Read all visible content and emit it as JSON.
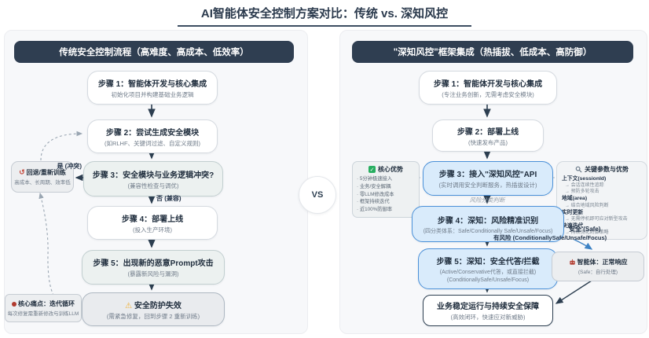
{
  "title": "AI智能体安全控制方案对比：传统 vs. 深知风控",
  "vs_label": "VS",
  "colors": {
    "header_bar": "#2f3e51",
    "panel_bg": "#f7f8fa",
    "blue_fill": "#d9ebfb",
    "blue_border": "#4a90d8",
    "green_check": "#27ae60",
    "warning": "#f0ad2d",
    "alert_red": "#b03a2e",
    "arrow": "#2c3e50"
  },
  "icons": {
    "check": "✓",
    "warning": "⚠",
    "refresh": "↺",
    "magnifier": "magnifier-icon",
    "alert_dot": "alert-dot-icon",
    "robot": "robot-icon"
  },
  "left_panel": {
    "header": "传统安全控制流程（高难度、高成本、低效率）",
    "steps": [
      {
        "title": "步骤 1：智能体开发与核心集成",
        "sub": "初始化项目并构建基础业务逻辑"
      },
      {
        "title": "步骤 2：尝试生成安全模块",
        "sub": "(如RLHF、关键词过滤、自定义规则)"
      },
      {
        "title": "步骤 3：安全模块与业务逻辑冲突?",
        "sub": "(兼容性检查与调优)"
      },
      {
        "title": "步骤 4：部署上线",
        "sub": "(投入生产环境)"
      },
      {
        "title": "步骤 5：出现新的恶意Prompt攻击",
        "sub": "(暴露新风险与漏洞)"
      }
    ],
    "final": {
      "title": "安全防护失效",
      "sub": "(需紧急修复，回到步骤 2 重新训练)"
    },
    "labels": {
      "yes": "是 (冲突)",
      "no": "否 (兼容)"
    },
    "rollback": {
      "title": "回退/重新训练",
      "sub": "高成本、长周期、效率低"
    },
    "painpoint": {
      "title": "核心痛点：迭代循环",
      "sub": "每次修复需重新修改与训练LLM"
    }
  },
  "right_panel": {
    "header": "\"深知风控\"框架集成（热插拔、低成本、高防御）",
    "steps": [
      {
        "title": "步骤 1：智能体开发与核心集成",
        "sub": "(专注业务创新，无需考虑安全模块)"
      },
      {
        "title": "步骤 2：部署上线",
        "sub": "(快速发布产品)"
      },
      {
        "title": "步骤 3：接入\"深知风控\"API",
        "sub": "(实时调用安全判断服务，热插拔设计)"
      },
      {
        "title": "步骤 4：深知：风险精准识别",
        "sub": "(四分类体系：Safe/Conditionally Safe/Unsafe/Focus)"
      },
      {
        "title": "步骤 5：深知：安全代答/拦截",
        "sub": "(Active/Conservative代答，或直接拦截)",
        "sub2": "(ConditionallySafe/Unsafe/Focus)"
      }
    ],
    "risk_note": "风险分类判断",
    "labels": {
      "safe": "安全 (Safe)",
      "risky": "有风险 (ConditionallySafe/Unsafe/Focus)"
    },
    "advantages": {
      "title": "核心优势",
      "items": [
        "5分钟极速接入",
        "业务/安全解耦",
        "零LLM修改成本",
        "框架持续迭代",
        "近100%防御率"
      ]
    },
    "params": {
      "title": "关键参数与优势",
      "groups": [
        {
          "head": "上下文(sessionId)",
          "items": [
            "→ 会话连续性追踪",
            "→ 预防多轮攻击"
          ]
        },
        {
          "head": "地域(area)",
          "items": [
            "→ 结合地域风险判断"
          ]
        },
        {
          "head": "实时更新",
          "items": [
            "→ 无需停机即可应对新型攻击"
          ]
        },
        {
          "head": "快速迭代",
          "items": [
            "→ 持续优化防御策略"
          ]
        }
      ]
    },
    "agent_box": {
      "title": "智能体：正常响应",
      "sub": "(Safe：自行处理)"
    },
    "final": {
      "title": "业务稳定运行与持续安全保障",
      "sub": "(高效闭环，快速应对新威胁)"
    }
  }
}
